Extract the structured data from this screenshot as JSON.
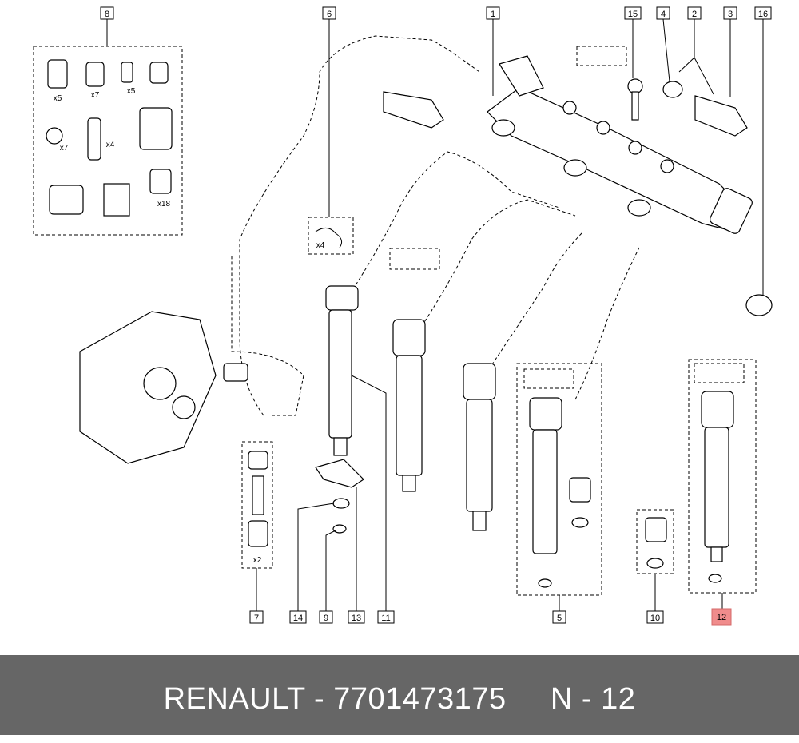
{
  "footer": {
    "brand": "RENAULT",
    "separator": " - ",
    "part_number": "7701473175",
    "ref": "N - 12"
  },
  "callouts": [
    "1",
    "2",
    "3",
    "4",
    "5",
    "6",
    "7",
    "8",
    "9",
    "10",
    "11",
    "12",
    "13",
    "14",
    "15",
    "16"
  ],
  "highlighted_callout": "12",
  "highlight_color": "#f08c8c",
  "quantities": {
    "kit8_a": "x5",
    "kit8_b": "x7",
    "kit8_c": "x5",
    "kit8_d": "x7",
    "kit8_e": "x4",
    "kit8_f": "x18",
    "clip6": "x4",
    "kit7": "x2"
  }
}
